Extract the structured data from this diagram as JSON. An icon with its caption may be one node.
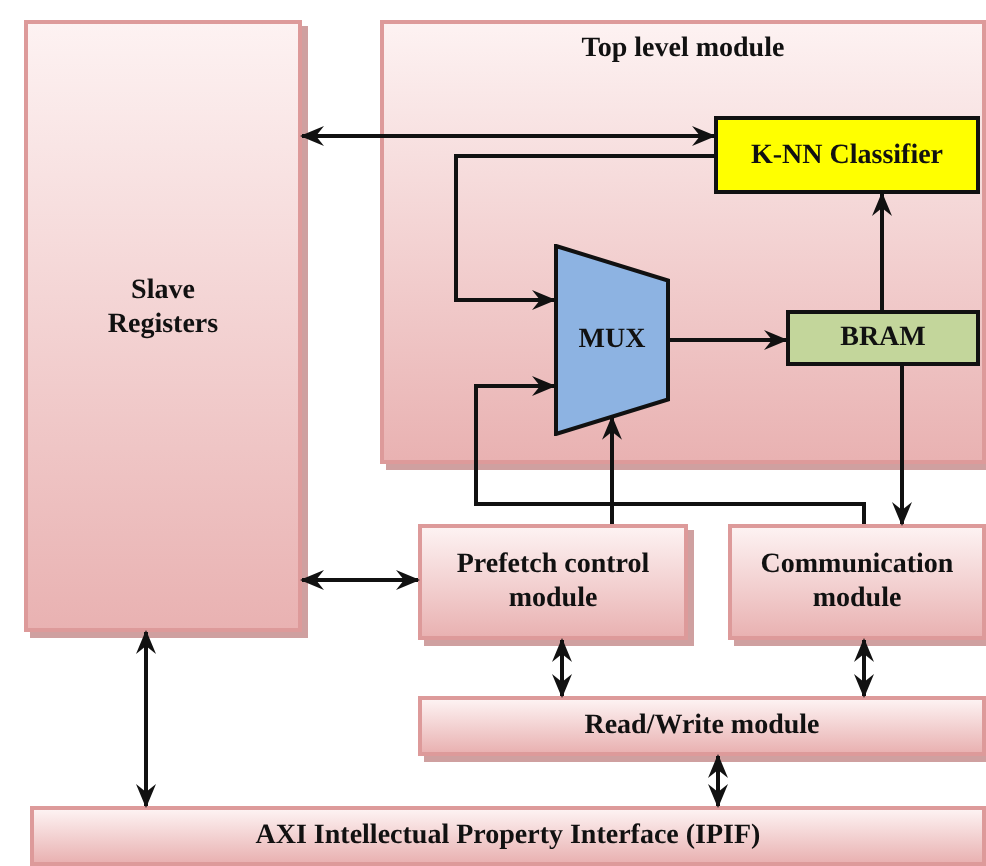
{
  "diagram": {
    "nodes": [
      {
        "text": [
          "Slave Registers"
        ]
      },
      {
        "text": [
          "Top level module"
        ]
      },
      {
        "text": [
          "K-NN Classifier"
        ],
        "in": 1
      },
      {
        "text": [
          "MUX"
        ],
        "in": 1
      },
      {
        "text": [
          "BRAM"
        ],
        "in": 1
      },
      {
        "text": [
          "Prefetch control module"
        ]
      },
      {
        "text": [
          "Communication module"
        ]
      },
      {
        "text": [
          "Read/Write module"
        ]
      },
      {
        "text": [
          "AXI Intellectual Property Interface (IPIF)"
        ]
      }
    ],
    "edges": [
      {
        "from": 0,
        "to": 2,
        "arrow": "both"
      },
      {
        "from": 2,
        "to": 3,
        "arrow": "to"
      },
      {
        "from": 3,
        "to": 4,
        "arrow": "to"
      },
      {
        "from": 4,
        "to": 2,
        "arrow": "to"
      },
      {
        "from": 4,
        "to": 6,
        "arrow": "to"
      },
      {
        "from": 5,
        "to": 3,
        "arrow": "to"
      },
      {
        "from": 6,
        "to": 3,
        "arrow": "to"
      },
      {
        "from": 0,
        "to": 5,
        "arrow": "both"
      },
      {
        "from": 5,
        "to": 7,
        "arrow": "both"
      },
      {
        "from": 6,
        "to": 7,
        "arrow": "both"
      },
      {
        "from": 7,
        "to": 8,
        "arrow": "both"
      },
      {
        "from": 0,
        "to": 8,
        "arrow": "both"
      }
    ]
  }
}
